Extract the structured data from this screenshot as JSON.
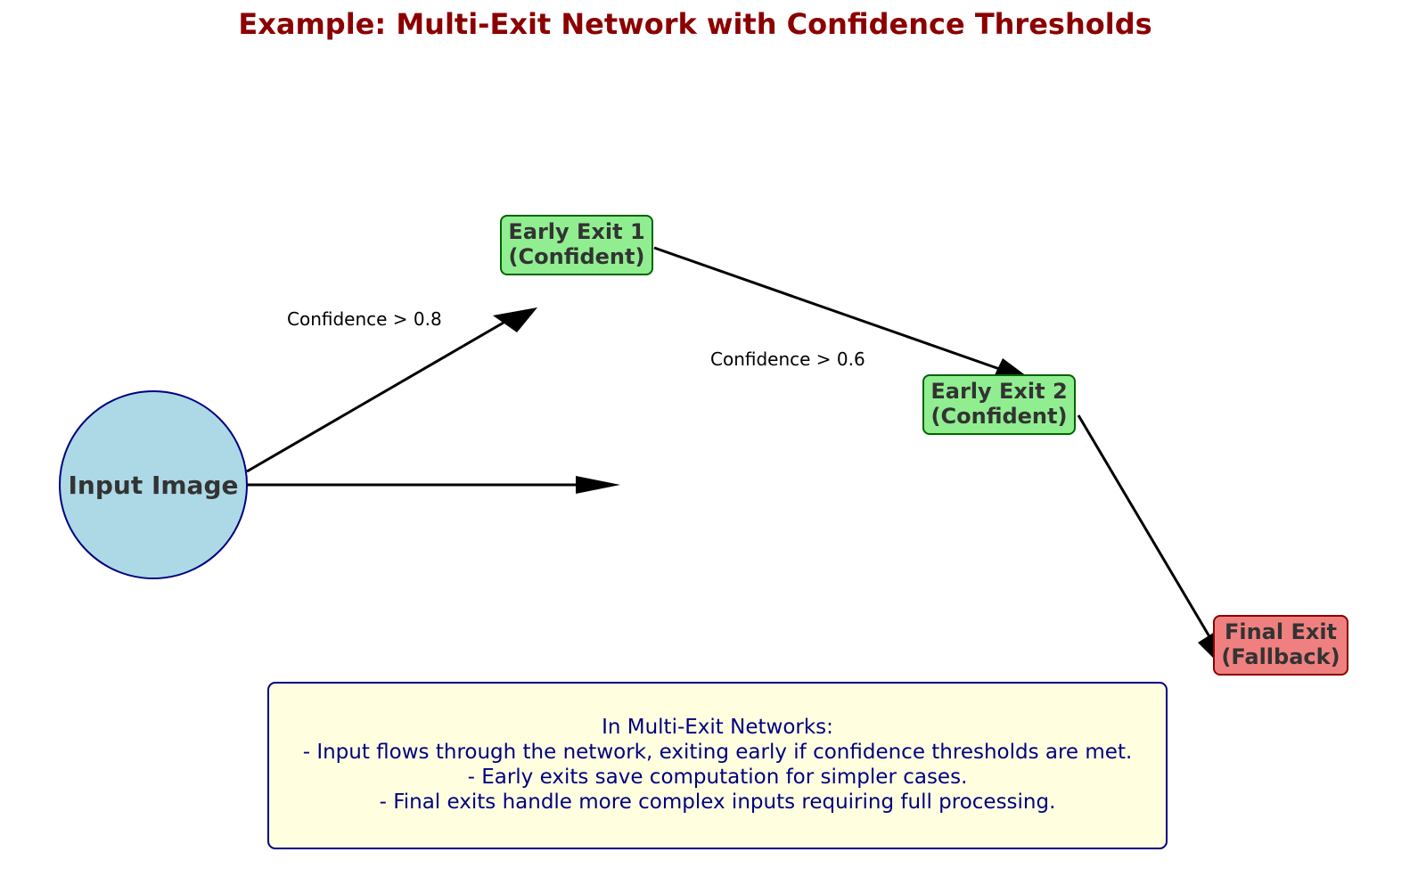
{
  "title": "Example: Multi-Exit Network with Confidence Thresholds",
  "colors": {
    "title": "#8b0000",
    "input_fill": "#add8e6",
    "input_stroke": "#000080",
    "early_fill": "#90ee90",
    "early_stroke": "#006400",
    "final_fill": "#f08080",
    "final_stroke": "#8b0000",
    "note_fill": "#ffffe0",
    "note_stroke": "#000080",
    "note_text": "#000080",
    "arrow": "#000000"
  },
  "nodes": {
    "input": {
      "label": "Input Image"
    },
    "early_exit_1": {
      "line1": "Early Exit 1",
      "line2": "(Confident)"
    },
    "early_exit_2": {
      "line1": "Early Exit 2",
      "line2": "(Confident)"
    },
    "final_exit": {
      "line1": "Final Exit",
      "line2": "(Fallback)"
    }
  },
  "edge_labels": {
    "to_exit_1": "Confidence > 0.8",
    "to_exit_2": "Confidence > 0.6"
  },
  "note": {
    "heading": "In Multi-Exit Networks:",
    "lines": [
      "- Input flows through the network, exiting early if confidence thresholds are met.",
      "- Early exits save computation for simpler cases.",
      "- Final exits handle more complex inputs requiring full processing."
    ]
  }
}
